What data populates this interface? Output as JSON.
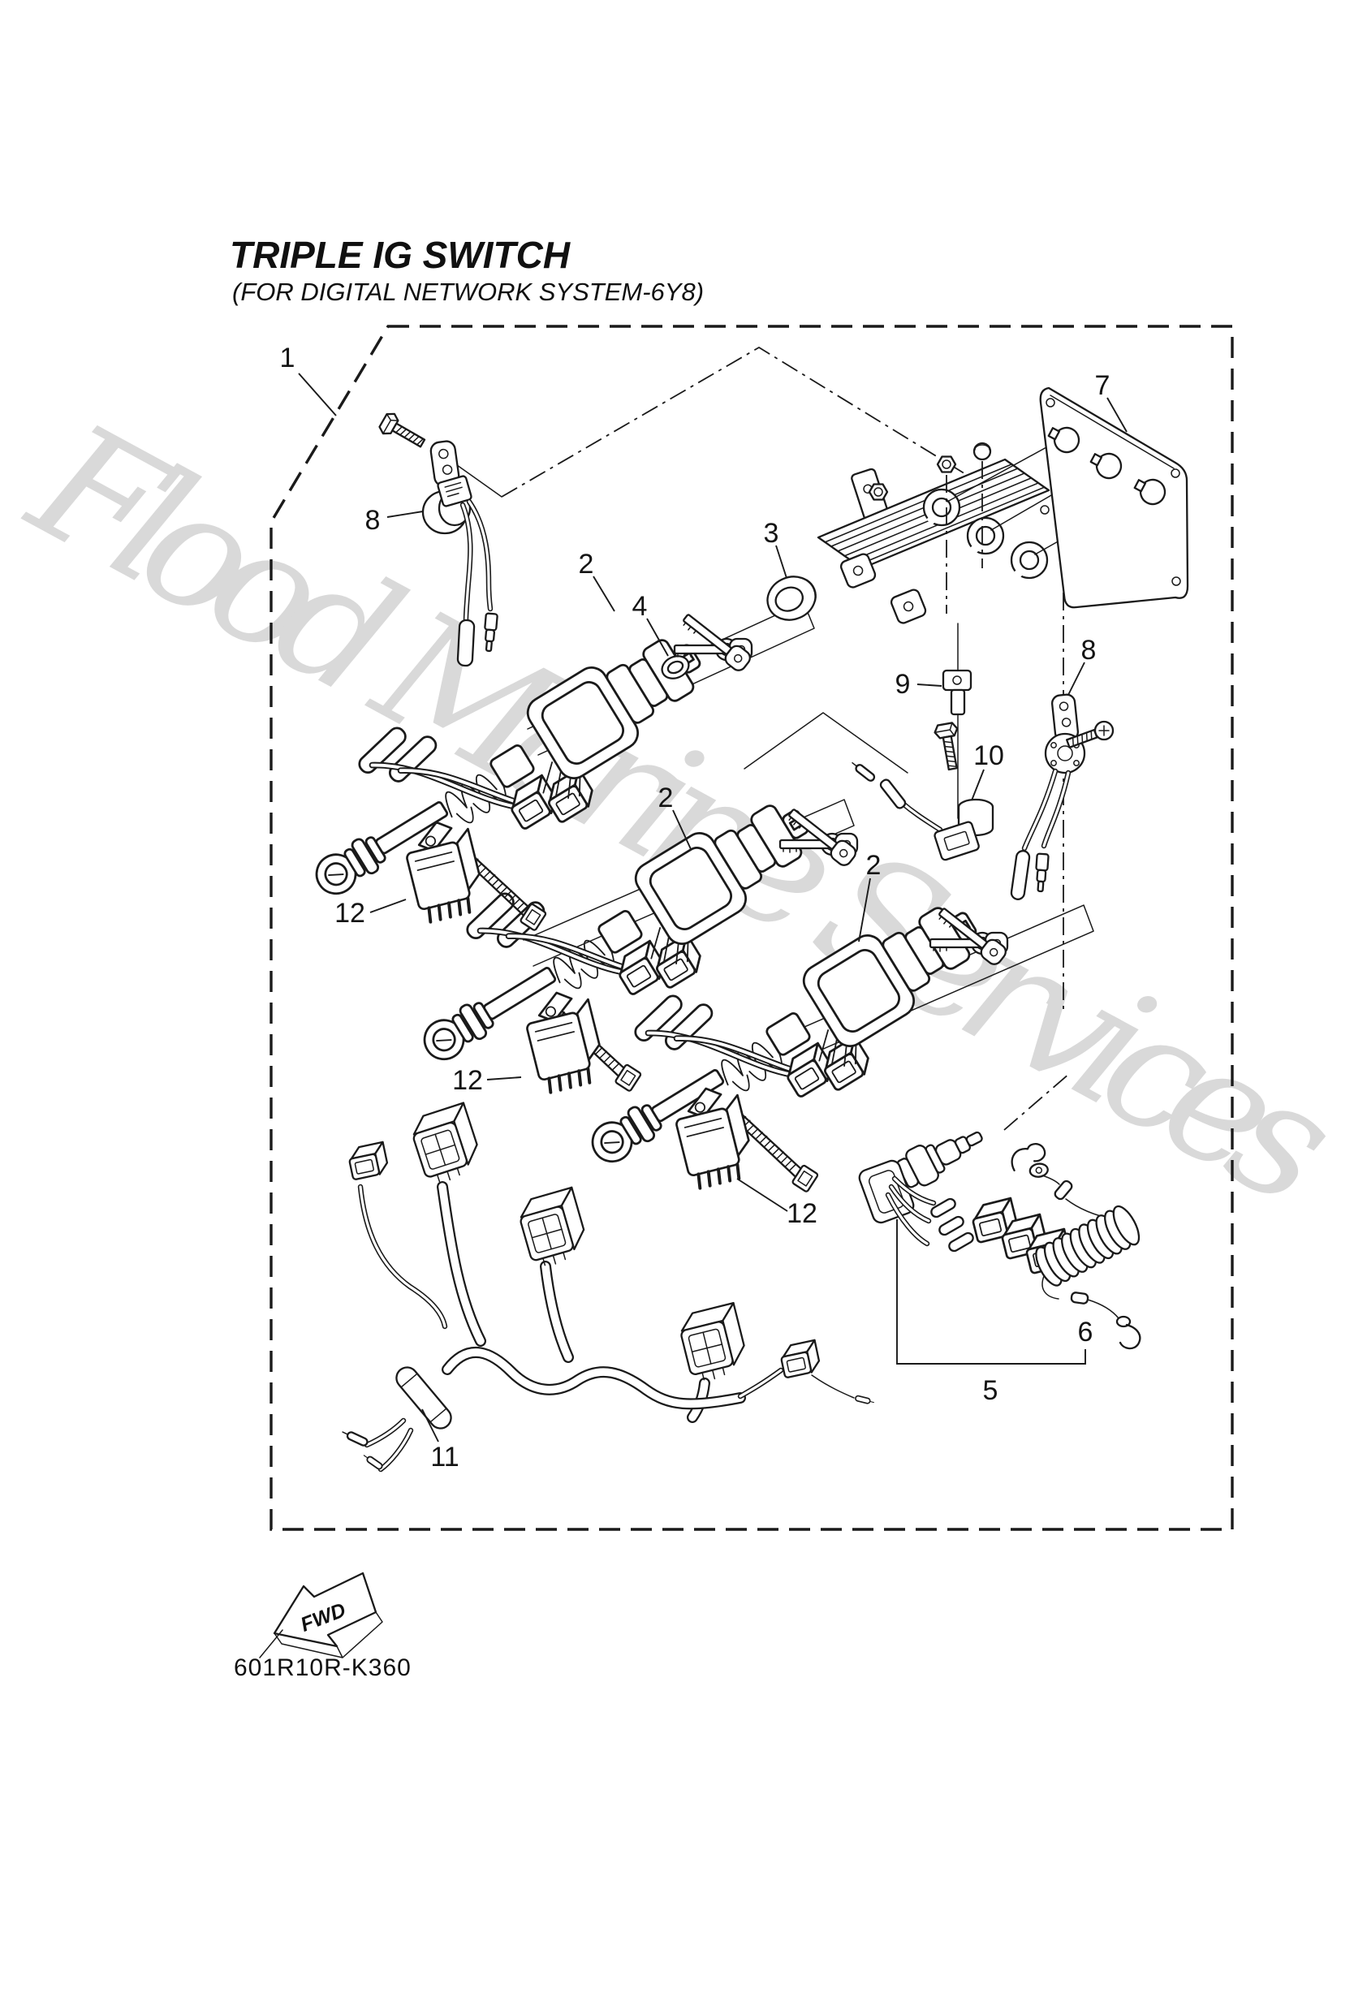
{
  "page": {
    "background": "#ffffff",
    "ink": "#1a1a1a",
    "watermark_color": "#d9d9d9"
  },
  "header": {
    "title": "TRIPLE IG SWITCH",
    "subtitle": "(FOR DIGITAL NETWORK SYSTEM-6Y8)"
  },
  "watermark": {
    "text": "Flood Marine Services"
  },
  "footer": {
    "direction_label": "FWD",
    "part_code": "601R10R-K360"
  },
  "callouts": {
    "c1": {
      "label": "1"
    },
    "c2a": {
      "label": "2"
    },
    "c2b": {
      "label": "2"
    },
    "c2c": {
      "label": "2"
    },
    "c3": {
      "label": "3"
    },
    "c4": {
      "label": "4"
    },
    "c5": {
      "label": "5"
    },
    "c6": {
      "label": "6"
    },
    "c7": {
      "label": "7"
    },
    "c8a": {
      "label": "8"
    },
    "c8b": {
      "label": "8"
    },
    "c9": {
      "label": "9"
    },
    "c10": {
      "label": "10"
    },
    "c11": {
      "label": "11"
    },
    "c12a": {
      "label": "12"
    },
    "c12b": {
      "label": "12"
    },
    "c12c": {
      "label": "12"
    }
  }
}
